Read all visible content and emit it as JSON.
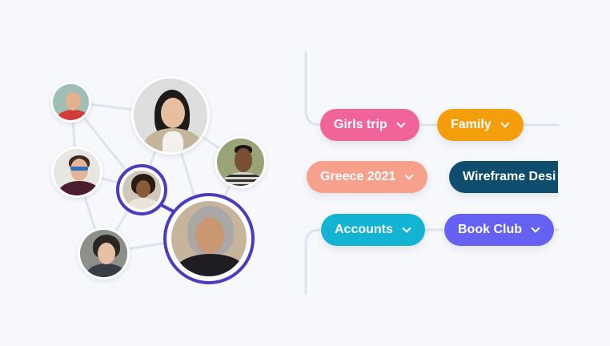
{
  "tags": [
    {
      "label": "Girls trip",
      "color": "#f0649a",
      "icon": "chevron-down-icon"
    },
    {
      "label": "Family",
      "color": "#f59e0b",
      "icon": "chevron-down-icon"
    },
    {
      "label": "Greece 2021",
      "color": "#f7a08c",
      "icon": "chevron-down-icon"
    },
    {
      "label": "Wireframe Desi",
      "color": "#0f4d6e",
      "icon": "chevron-down-icon"
    },
    {
      "label": "Accounts",
      "color": "#13b3d4",
      "icon": "chevron-down-icon"
    },
    {
      "label": "Book Club",
      "color": "#6561f2",
      "icon": "chevron-down-icon"
    }
  ],
  "colors": {
    "background": "#f6f8fb",
    "link_line": "#dde3ef",
    "highlight_ring": "#4b3bc0"
  },
  "avatars": [
    {
      "name": "person-red-shirt"
    },
    {
      "name": "person-woman-cardigan"
    },
    {
      "name": "person-glasses"
    },
    {
      "name": "person-curly-hair"
    },
    {
      "name": "person-striped-shirt"
    },
    {
      "name": "person-elder-woman"
    },
    {
      "name": "person-bangs"
    }
  ]
}
